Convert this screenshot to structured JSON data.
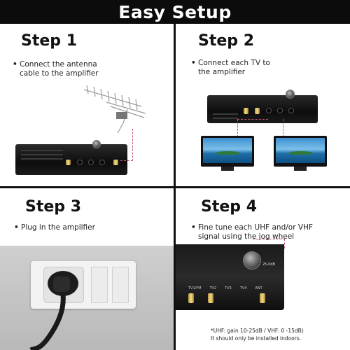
{
  "header": {
    "title": "Easy Setup"
  },
  "steps": [
    {
      "title": "Step 1",
      "bullet": "Connect the antenna\ncable to the amplifier"
    },
    {
      "title": "Step 2",
      "bullet": "Connect each TV to\nthe amplifier"
    },
    {
      "title": "Step 3",
      "bullet": "Plug in the amplifier"
    },
    {
      "title": "Step 4",
      "bullet": "Fine tune each UHF and/or VHF\nsignal using the jog wheel"
    }
  ],
  "amp_labels": {
    "tv1fm": "TV1/FM",
    "tv2": "TV2",
    "tv3": "TV3",
    "tv4": "TV4",
    "ant": "ANT",
    "dial": "25-0dB"
  },
  "notes": {
    "gain": "*UHF: gain 10-25dB / VHF: 0 -15dB)",
    "indoor": "It should only be installed indoors."
  },
  "icons": [
    "antenna-icon",
    "tv-icon",
    "plug-icon",
    "jog-wheel-icon"
  ]
}
